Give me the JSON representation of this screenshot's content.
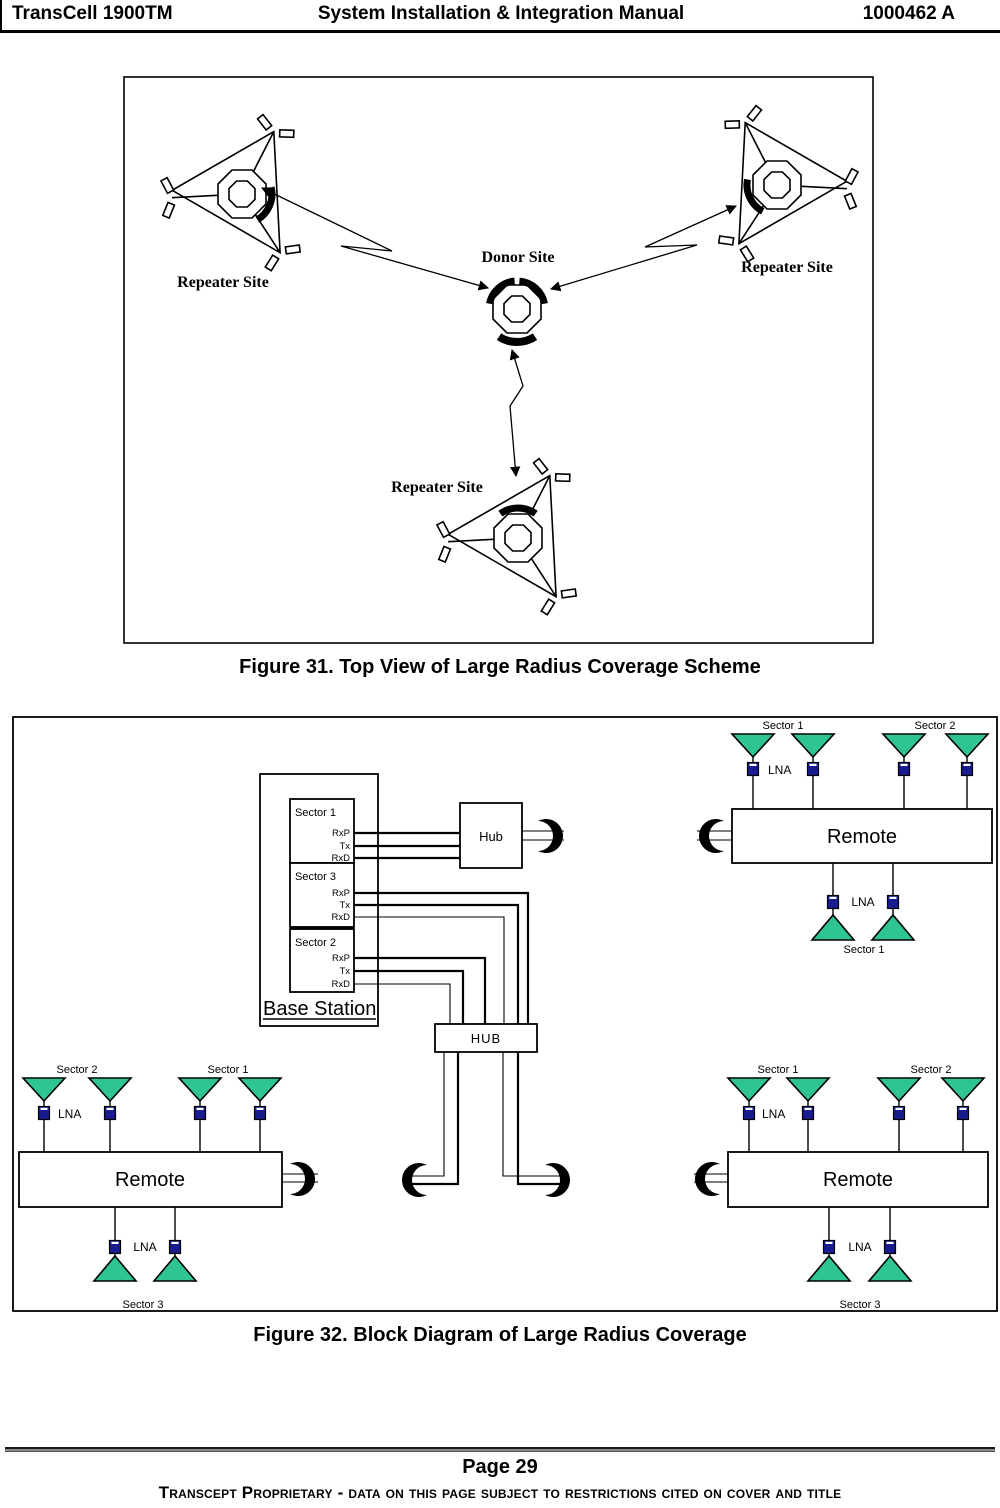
{
  "header": {
    "product": "TransCell 1900TM",
    "title": "System Installation & Integration Manual",
    "document_number": "1000462 A"
  },
  "figure31": {
    "caption": "Figure 31. Top View of Large Radius Coverage Scheme",
    "donor_label": "Donor Site",
    "repeater_labels": [
      "Repeater Site",
      "Repeater Site",
      "Repeater Site"
    ]
  },
  "figure32": {
    "caption": "Figure 32. Block Diagram of Large Radius Coverage",
    "hub_upper_label": "Hub",
    "hub_lower_label": "HUB",
    "lna_label": "LNA",
    "base_station": {
      "label": "Base Station",
      "sectors": [
        {
          "name": "Sector 1",
          "ports": [
            "RxP",
            "Tx",
            "RxD"
          ]
        },
        {
          "name": "Sector 3",
          "ports": [
            "RxP",
            "Tx",
            "RxD"
          ]
        },
        {
          "name": "Sector 2",
          "ports": [
            "RxP",
            "Tx",
            "RxD"
          ]
        }
      ]
    },
    "remotes": [
      {
        "position": "top-right",
        "label": "Remote",
        "top_left_group": "Sector 1",
        "top_right_group": "Sector 2",
        "bottom_group": "Sector 1"
      },
      {
        "position": "bottom-left",
        "label": "Remote",
        "top_left_group": "Sector 2",
        "top_right_group": "Sector 1",
        "bottom_group": "Sector 3"
      },
      {
        "position": "bottom-right",
        "label": "Remote",
        "top_left_group": "Sector 1",
        "top_right_group": "Sector 2",
        "bottom_group": "Sector 3"
      }
    ],
    "colors": {
      "antenna_green": "#2ec494",
      "lna_navy": "#191c8f"
    }
  },
  "footer": {
    "page_label": "Page 29",
    "proprietary_notice": "Transcept Proprietary - data on this page subject to restrictions cited on cover and title"
  }
}
